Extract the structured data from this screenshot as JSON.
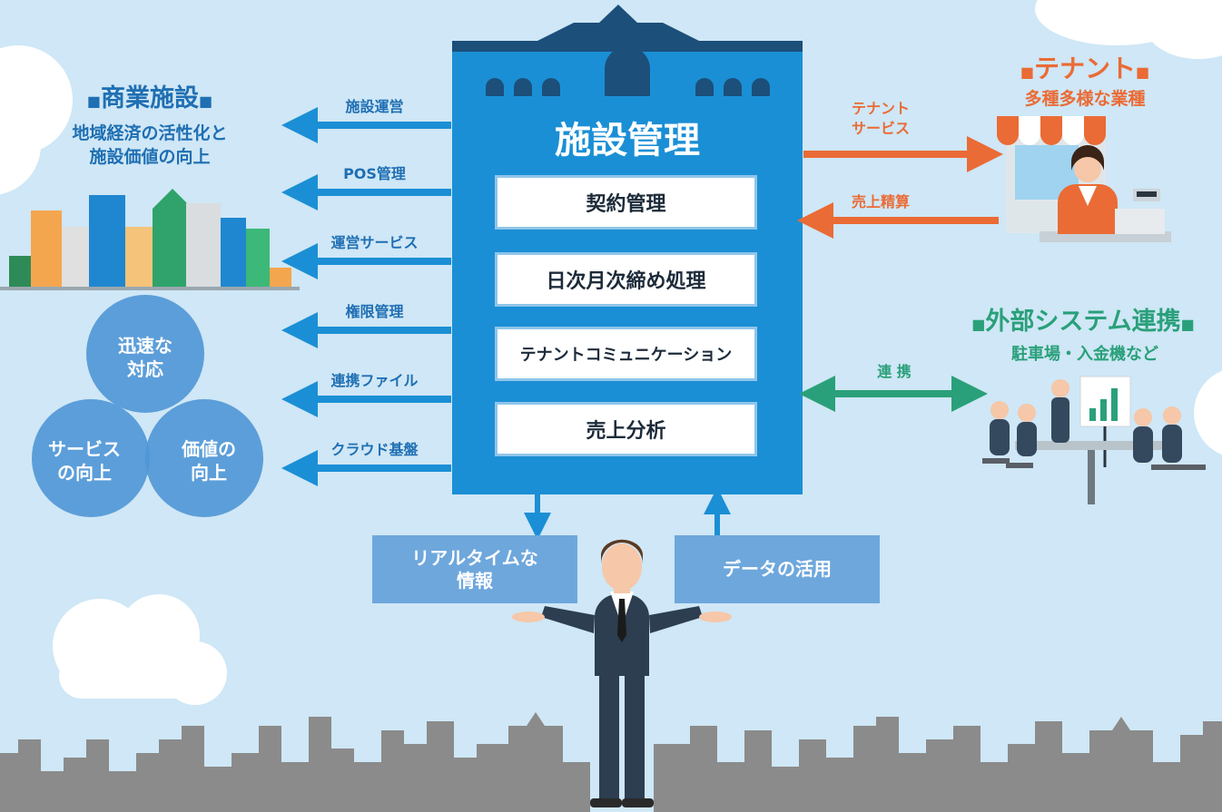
{
  "colors": {
    "background": "#cfe7f6",
    "building": "#1b8fd5",
    "orange": "#ea6b35",
    "green": "#2aa07a",
    "dark_text": "#1d2b3a"
  },
  "center": {
    "title": "施設管理",
    "modules": [
      "契約管理",
      "日次月次締め処理",
      "テナントコミュニケーション",
      "売上分析"
    ]
  },
  "left_arrows": [
    "施設運営",
    "POS管理",
    "運営サービス",
    "権限管理",
    "連携ファイル",
    "クラウド基盤"
  ],
  "commercial": {
    "title": "商業施設",
    "subtitle_line1": "地域経済の活性化と",
    "subtitle_line2": "施設価値の向上"
  },
  "venn": {
    "top": [
      "迅速な",
      "対応"
    ],
    "left": [
      "サービス",
      "の向上"
    ],
    "right": [
      "価値の",
      "向上"
    ]
  },
  "tenant": {
    "title": "テナント",
    "subtitle": "多種多様な業種",
    "arrow_out_line1": "テナント",
    "arrow_out_line2": "サービス",
    "arrow_in": "売上精算"
  },
  "external": {
    "title": "外部システム連携",
    "subtitle": "駐車場・入金機など",
    "arrow": "連 携"
  },
  "bottom": {
    "left_box_line1": "リアルタイムな",
    "left_box_line2": "情報",
    "right_box": "データの活用"
  }
}
